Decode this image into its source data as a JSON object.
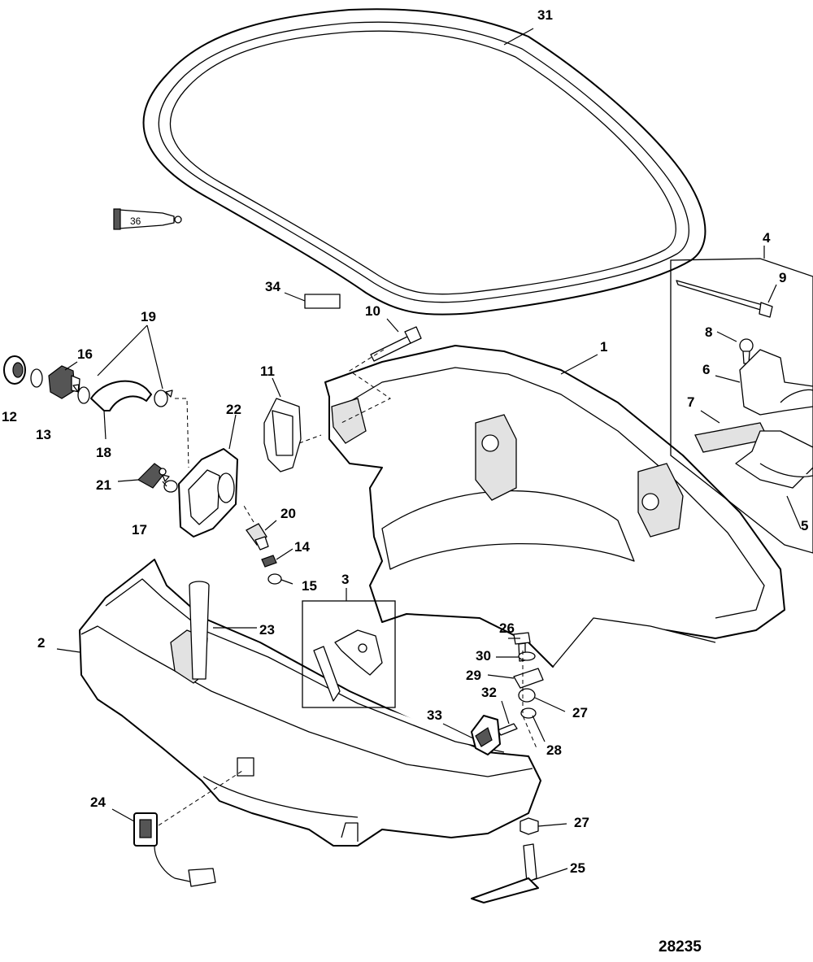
{
  "figure_number": "28235",
  "tube_label": "36",
  "callouts": {
    "c1": "1",
    "c2": "2",
    "c3": "3",
    "c4": "4",
    "c5": "5",
    "c6": "6",
    "c7": "7",
    "c8": "8",
    "c9": "9",
    "c10": "10",
    "c11": "11",
    "c12": "12",
    "c13": "13",
    "c14": "14",
    "c15": "15",
    "c16": "16",
    "c17": "17",
    "c18": "18",
    "c19": "19",
    "c20": "20",
    "c21": "21",
    "c22": "22",
    "c23": "23",
    "c24": "24",
    "c25": "25",
    "c26": "26",
    "c27a": "27",
    "c27b": "27",
    "c28": "28",
    "c29": "29",
    "c30": "30",
    "c31": "31",
    "c32": "32",
    "c33": "33",
    "c34": "34"
  }
}
